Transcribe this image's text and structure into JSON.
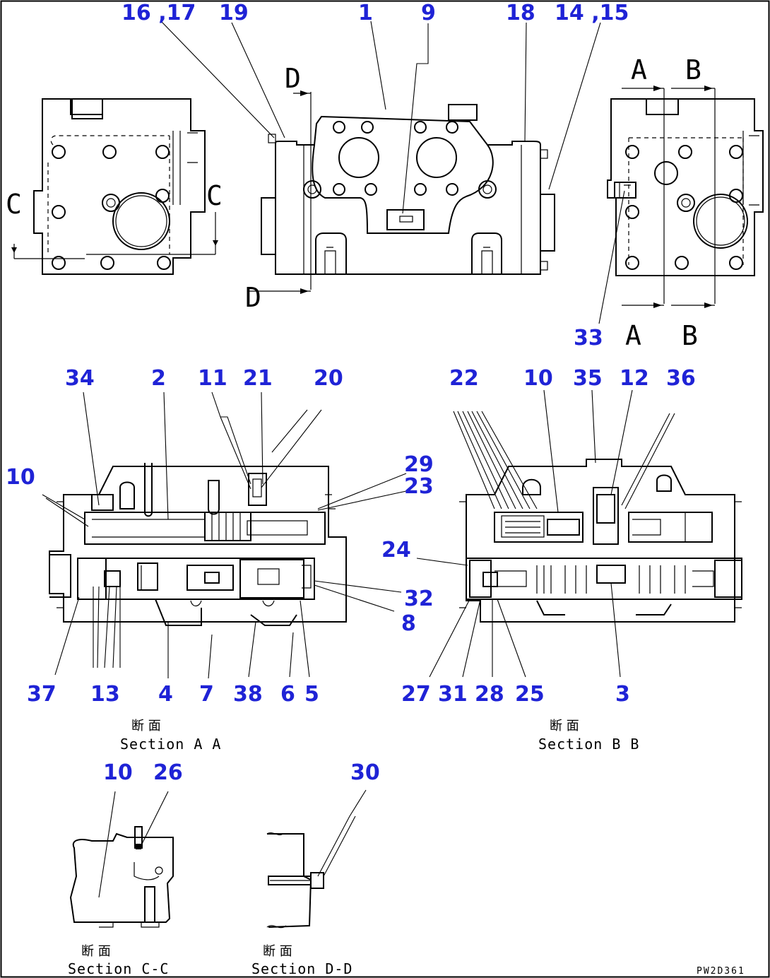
{
  "callouts": {
    "c16_17": "16 ,17",
    "c19": "19",
    "c1": "1",
    "c9": "9",
    "c18": "18",
    "c14_15": "14 ,15",
    "c33": "33",
    "c34": "34",
    "c2": "2",
    "c11": "11",
    "c21": "21",
    "c20": "20",
    "c10a": "10",
    "c29": "29",
    "c23": "23",
    "c32": "32",
    "c8": "8",
    "c37": "37",
    "c13": "13",
    "c4": "4",
    "c7": "7",
    "c38": "38",
    "c6": "6",
    "c5": "5",
    "c22": "22",
    "c10b": "10",
    "c35": "35",
    "c12": "12",
    "c36": "36",
    "c24": "24",
    "c27": "27",
    "c31": "31",
    "c28": "28",
    "c25": "25",
    "c3": "3",
    "c10c": "10",
    "c26": "26",
    "c30": "30"
  },
  "section_marks": {
    "c_left": "C",
    "c_right": "C",
    "d_top": "D",
    "d_bottom": "D",
    "a_top": "A",
    "b_top": "B",
    "a_bottom": "A",
    "b_bottom": "B"
  },
  "captions": {
    "aa_jp": "断 面",
    "aa_en": "Section A A",
    "bb_jp": "断 面",
    "bb_en": "Section B B",
    "cc_jp": "断 面",
    "cc_en": "Section C-C",
    "dd_jp": "断 面",
    "dd_en": "Section D-D"
  },
  "drawing_code": "PW2D361",
  "colors": {
    "callout": "#1f23d6",
    "line": "#000000",
    "background": "#ffffff"
  }
}
